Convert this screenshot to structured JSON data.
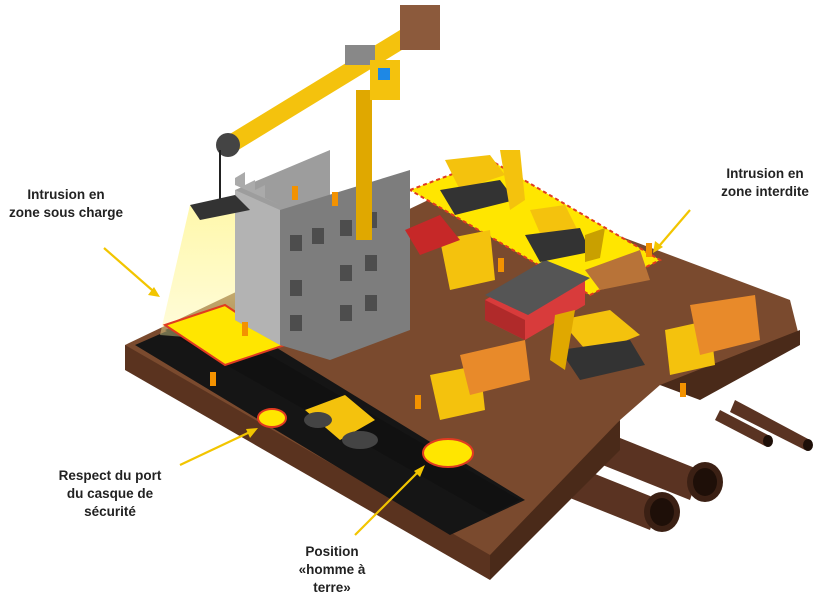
{
  "labels": {
    "zone_sous_charge": [
      "Intrusion en",
      "zone sous charge"
    ],
    "zone_interdite": [
      "Intrusion en",
      "zone interdite"
    ],
    "port_casque": [
      "Respect du port",
      "du casque de",
      "sécurité"
    ],
    "homme_a_terre": [
      "Position",
      "«homme à",
      "terre»"
    ]
  },
  "colors": {
    "callout_arrow": "#f2c500",
    "zone_highlight": "#ffe600",
    "ground": "#7a4a2e",
    "asphalt": "#151515",
    "building": "#8c8c8c",
    "machinery": "#f4c20d"
  },
  "icons": [
    "crane-icon",
    "building-icon",
    "excavator-icon",
    "bulldozer-icon",
    "dump-truck-icon",
    "road-roller-icon",
    "site-cabin-icon",
    "worker-icon",
    "pipe-icon"
  ]
}
